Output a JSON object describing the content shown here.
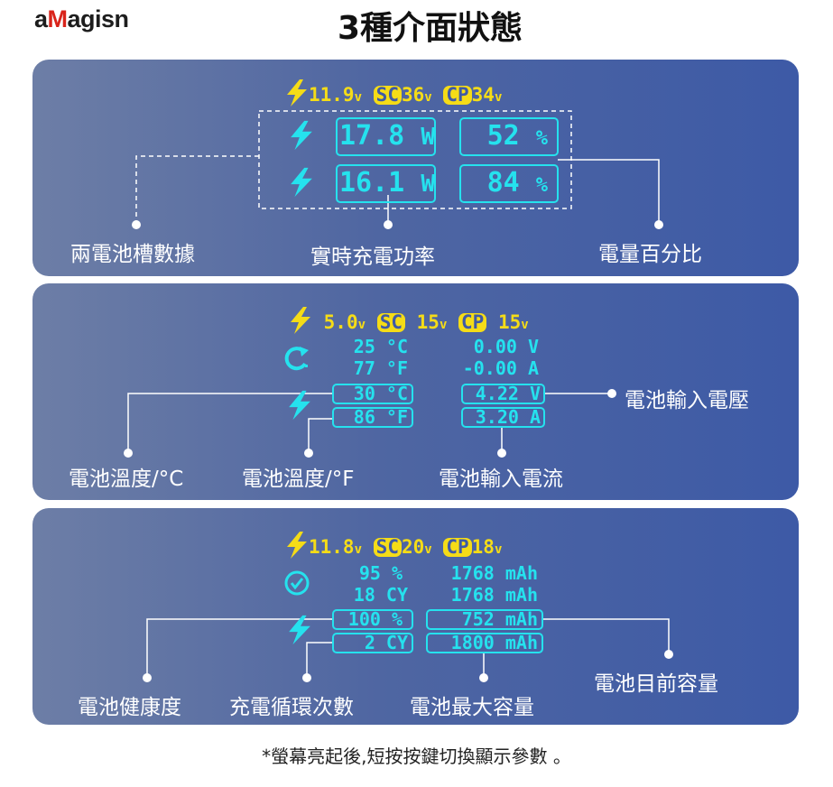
{
  "brand": {
    "logo_prefix": "a",
    "logo_m": "M",
    "logo_rest": "agisn"
  },
  "title": "3種介面狀態",
  "panel1": {
    "header": {
      "v1": "11.9",
      "unit1": "v",
      "sc_tag": "SC",
      "v2": "36",
      "unit2": "v",
      "cp_tag": "CP",
      "v3": "34",
      "unit3": "v"
    },
    "rows": [
      {
        "power": "17.8",
        "power_unit": "W",
        "pct": "52",
        "pct_unit": "%"
      },
      {
        "power": "16.1",
        "power_unit": "W",
        "pct": "84",
        "pct_unit": "%"
      }
    ],
    "labels": {
      "left": "兩電池槽數據",
      "center": "實時充電功率",
      "right": "電量百分比"
    }
  },
  "panel2": {
    "header": {
      "v1": "5.0",
      "unit1": "v",
      "sc_tag": "SC",
      "v2": "15",
      "unit2": "v",
      "cp_tag": "CP",
      "v3": "15",
      "unit3": "v"
    },
    "temp_c_top": "25 °C",
    "temp_f_top": "77 °F",
    "volt_top": "0.00 V",
    "amp_top": "-0.00 A",
    "temp_c": "30 °C",
    "temp_f": "86 °F",
    "volt": "4.22 V",
    "amp": "3.20 A",
    "labels": {
      "temp_c": "電池溫度/°C",
      "temp_f": "電池溫度/°F",
      "current": "電池輸入電流",
      "voltage": "電池輸入電壓"
    }
  },
  "panel3": {
    "header": {
      "v1": "11.8",
      "unit1": "v",
      "sc_tag": "SC",
      "v2": "20",
      "unit2": "v",
      "cp_tag": "CP",
      "v3": "18",
      "unit3": "v"
    },
    "health_top": "95 %",
    "cycles_top": "18 CY",
    "cap_top1": "1768 mAh",
    "cap_top2": "1768 mAh",
    "health": "100 %",
    "cycles": "2 CY",
    "cap_now": "752 mAh",
    "cap_max": "1800 mAh",
    "labels": {
      "health": "電池健康度",
      "cycles": "充電循環次數",
      "max": "電池最大容量",
      "now": "電池目前容量"
    }
  },
  "footnote": "*螢幕亮起後,短按按鍵切換顯示參數 。",
  "colors": {
    "yellow": "#f5dc17",
    "cyan": "#25e2ee",
    "panel": "#4f66a2",
    "brand_red": "#d9241b"
  },
  "icons": [
    "lightning-bolt-icon",
    "refresh-icon",
    "check-circle-icon"
  ]
}
